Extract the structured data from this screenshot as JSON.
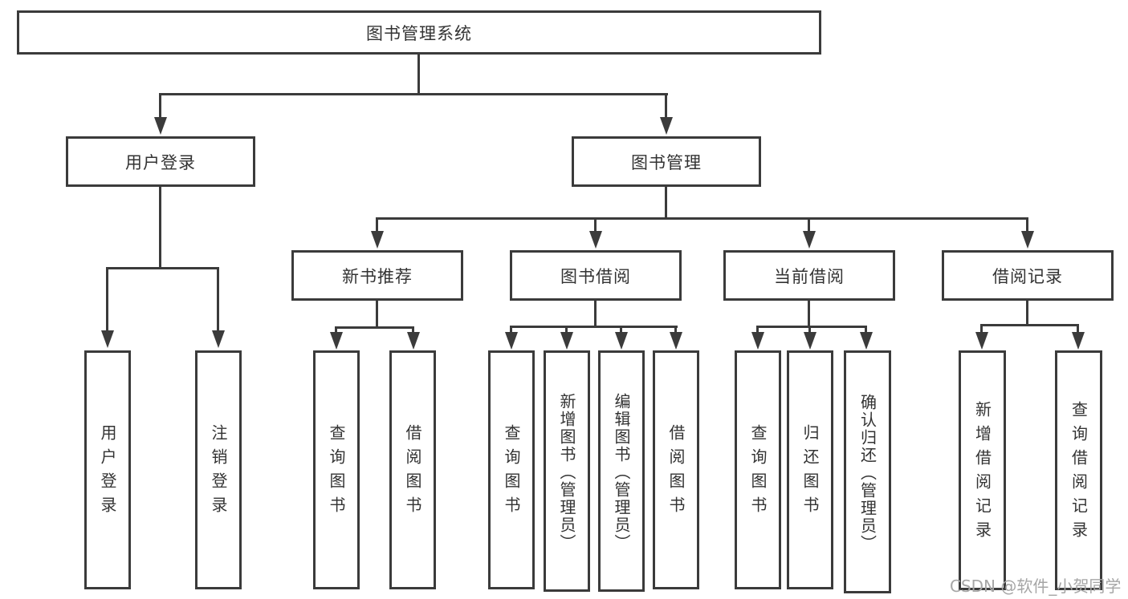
{
  "diagram": {
    "type": "hierarchy-tree",
    "title": "图书管理系统",
    "colors": {
      "line": "#3b3b3b",
      "box_border": "#3b3b3b",
      "box_background": "#ffffff",
      "text": "#333333",
      "watermark": "#a6a6a6"
    },
    "watermark": "CSDN @软件_小贺同学",
    "tree": {
      "label": "图书管理系统",
      "children": [
        {
          "label": "用户登录",
          "children": [
            {
              "label": "用户登录"
            },
            {
              "label": "注销登录"
            }
          ]
        },
        {
          "label": "图书管理",
          "children": [
            {
              "label": "新书推荐",
              "children": [
                {
                  "label": "查询图书"
                },
                {
                  "label": "借阅图书"
                }
              ]
            },
            {
              "label": "图书借阅",
              "children": [
                {
                  "label": "查询图书"
                },
                {
                  "label": "新增图书（管理员）"
                },
                {
                  "label": "编辑图书（管理员）"
                },
                {
                  "label": "借阅图书"
                }
              ]
            },
            {
              "label": "当前借阅",
              "children": [
                {
                  "label": "查询图书"
                },
                {
                  "label": "归还图书"
                },
                {
                  "label": "确认归还（管理员）"
                }
              ]
            },
            {
              "label": "借阅记录",
              "children": [
                {
                  "label": "新增借阅记录"
                },
                {
                  "label": "查询借阅记录"
                }
              ]
            }
          ]
        }
      ]
    }
  }
}
